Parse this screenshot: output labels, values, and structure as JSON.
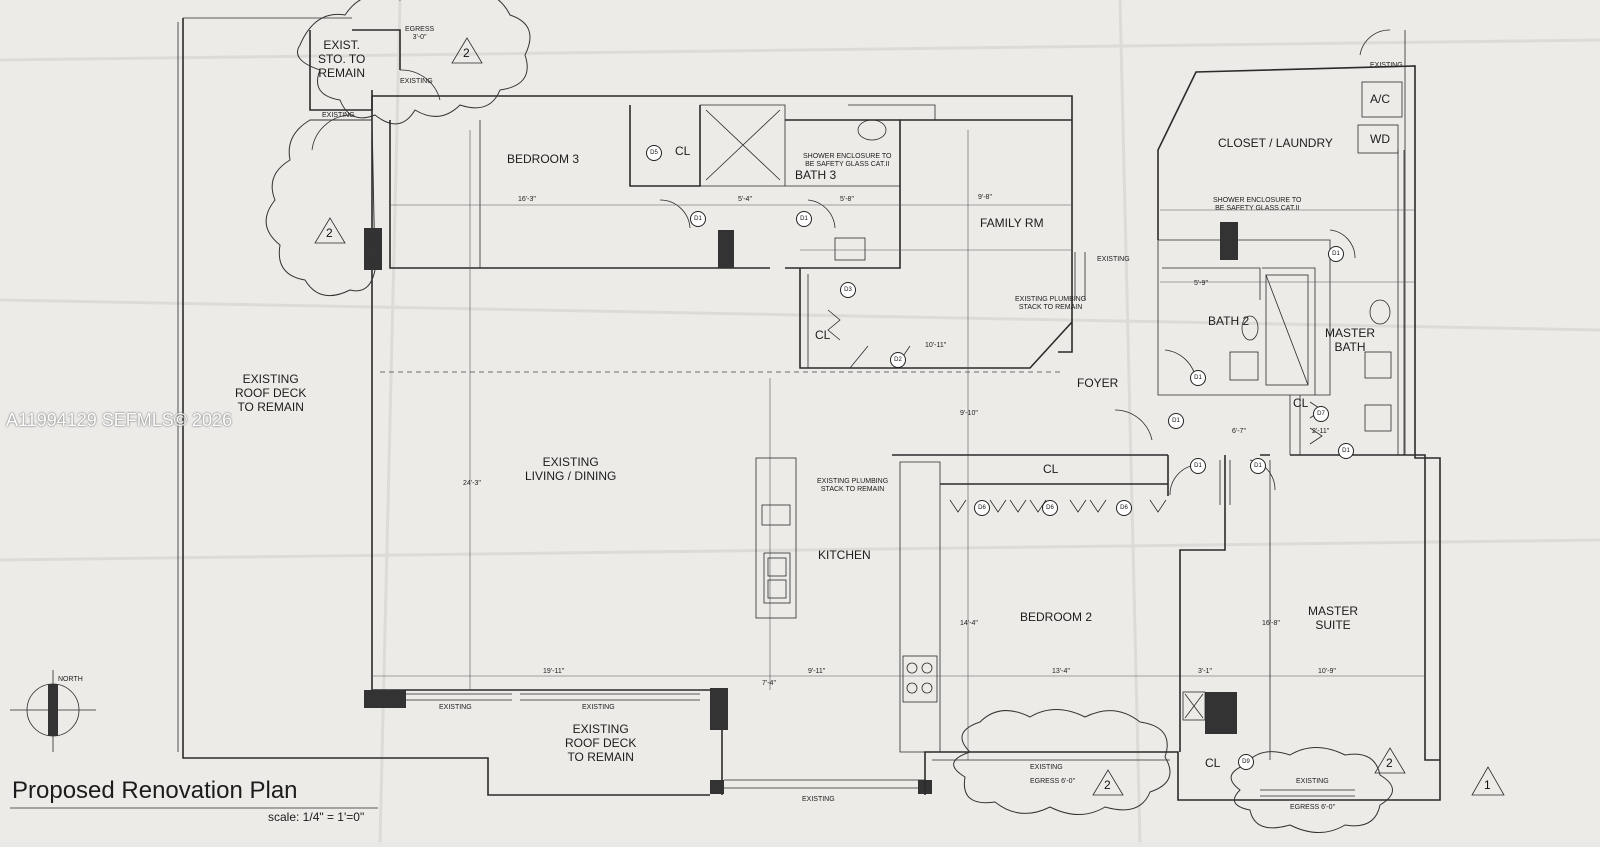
{
  "plan": {
    "title": "Proposed Renovation Plan",
    "scale": "scale: 1/4\" = 1'=0\"",
    "sheet_number": "1",
    "watermark": "A11994129  SEFMLS© 2026",
    "north_label": "NORTH"
  },
  "rooms": {
    "exist_sto_1": "EXIST.",
    "exist_sto_2": "STO. TO",
    "exist_sto_3": "REMAIN",
    "bedroom3": "BEDROOM 3",
    "bath3": "BATH 3",
    "cl_bed3": "CL",
    "family_rm": "FAMILY RM",
    "closet_laundry": "CLOSET / LAUNDRY",
    "ac": "A/C",
    "wd": "WD",
    "bath2": "BATH 2",
    "master_bath_1": "MASTER",
    "master_bath_2": "BATH",
    "foyer": "FOYER",
    "cl_hall": "CL",
    "cl_fam": "CL",
    "cl_master_bath": "CL",
    "cl_master": "CL",
    "living_1": "EXISTING",
    "living_2": "LIVING / DINING",
    "kitchen": "KITCHEN",
    "bedroom2": "BEDROOM 2",
    "master_suite_1": "MASTER",
    "master_suite_2": "SUITE",
    "roof_deck_w_1": "EXISTING",
    "roof_deck_w_2": "ROOF DECK",
    "roof_deck_w_3": "TO REMAIN",
    "roof_deck_s_1": "EXISTING",
    "roof_deck_s_2": "ROOF DECK",
    "roof_deck_s_3": "TO REMAIN"
  },
  "notes": {
    "existing": "EXISTING",
    "egress_top": "EGRESS",
    "egress_top_dim": "3'-0\"",
    "shower_note_1": "SHOWER ENCLOSURE TO",
    "shower_note_2": "BE SAFETY GLASS CAT.II",
    "plumbing_note_1": "EXISTING PLUMBING",
    "plumbing_note_2": "STACK TO REMAIN",
    "egress_bottom": "EGRESS 6'-0\"",
    "door_tag": "D1",
    "door_tag_d2": "D2",
    "door_tag_d3": "D3",
    "door_tag_d5": "D5",
    "door_tag_d6": "D6",
    "door_tag_d7": "D7",
    "door_tag_d9": "D9",
    "revision_tag": "2"
  },
  "dimensions": {
    "d1": "16'-3\"",
    "d2": "5'-4\"",
    "d3": "5'-8\"",
    "d4": "9'-8\"",
    "d5": "19'-11\"",
    "d6": "9'-11\"",
    "d7": "13'-4\"",
    "d8": "10'-9\"",
    "d9": "10'-11\"",
    "d10": "24'-3\"",
    "d11": "14'-4\"",
    "d12": "16'-8\"",
    "d13": "7'-4\"",
    "d14": "9'-10\"",
    "d15": "3'-1\"",
    "d16": "5'-9\"",
    "d17": "2'-11\"",
    "d18": "6'-7\""
  }
}
